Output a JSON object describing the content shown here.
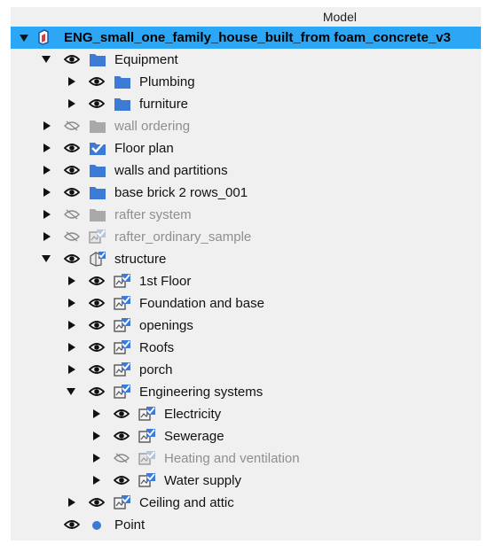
{
  "header": {
    "title": "Model"
  },
  "tree": {
    "root": {
      "label": "ENG_small_one_family_house_built_from foam_concrete_v3"
    },
    "items": [
      {
        "label": "Equipment",
        "icon": "folder-icon",
        "visible": true
      },
      {
        "label": "Plumbing",
        "icon": "folder-icon",
        "visible": true
      },
      {
        "label": "furniture",
        "icon": "folder-icon",
        "visible": true
      },
      {
        "label": "wall ordering",
        "icon": "folder-icon",
        "visible": false
      },
      {
        "label": "Floor plan",
        "icon": "checked-folder-icon",
        "visible": true
      },
      {
        "label": "walls and partitions",
        "icon": "folder-icon",
        "visible": true
      },
      {
        "label": "base brick 2 rows_001",
        "icon": "folder-icon",
        "visible": true
      },
      {
        "label": "rafter system",
        "icon": "folder-icon",
        "visible": false
      },
      {
        "label": "rafter_ordinary_sample",
        "icon": "layer-check-icon",
        "visible": false
      },
      {
        "label": "structure",
        "icon": "structure-icon",
        "visible": true
      },
      {
        "label": "1st Floor",
        "icon": "layer-check-icon",
        "visible": true
      },
      {
        "label": "Foundation and base",
        "icon": "layer-check-icon",
        "visible": true
      },
      {
        "label": "openings",
        "icon": "layer-check-icon",
        "visible": true
      },
      {
        "label": "Roofs",
        "icon": "layer-check-icon",
        "visible": true
      },
      {
        "label": "porch",
        "icon": "layer-check-icon",
        "visible": true
      },
      {
        "label": "Engineering systems",
        "icon": "layer-check-icon",
        "visible": true
      },
      {
        "label": "Electricity",
        "icon": "layer-check-icon",
        "visible": true
      },
      {
        "label": "Sewerage",
        "icon": "layer-check-icon",
        "visible": true
      },
      {
        "label": "Heating and ventilation",
        "icon": "layer-check-icon",
        "visible": false
      },
      {
        "label": "Water supply",
        "icon": "layer-check-icon",
        "visible": true
      },
      {
        "label": "Ceiling and attic",
        "icon": "layer-check-icon",
        "visible": true
      },
      {
        "label": "Point",
        "icon": "point-icon",
        "visible": true
      }
    ]
  },
  "colors": {
    "selection": "#2ba7f5",
    "folder_blue": "#3d7ad6",
    "folder_gray": "#a9a9a9",
    "hidden_text": "#8f8f8f",
    "panel_bg": "#f0f0f0"
  }
}
